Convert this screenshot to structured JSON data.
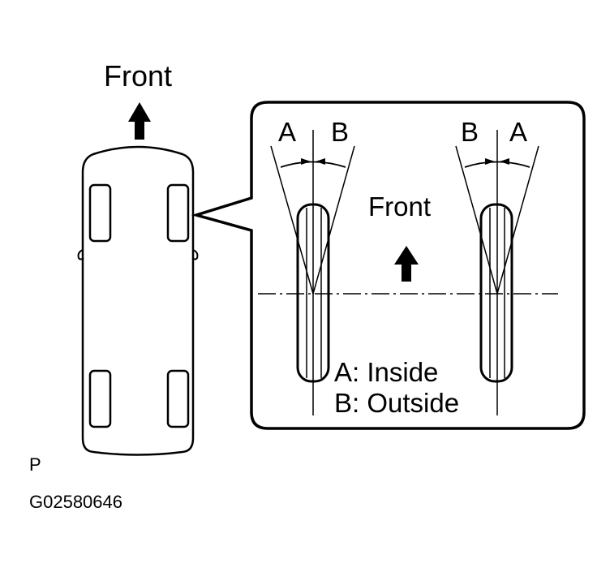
{
  "car_label": "Front",
  "detail": {
    "front_label": "Front",
    "left_wheel": {
      "letters": [
        "A",
        "B"
      ]
    },
    "right_wheel": {
      "letters": [
        "B",
        "A"
      ]
    },
    "legend": {
      "a": "A: Inside",
      "b": "B: Outside"
    }
  },
  "corner_letter": "P",
  "figure_id": "G02580646",
  "colors": {
    "ink": "#000000",
    "paper": "#ffffff"
  }
}
